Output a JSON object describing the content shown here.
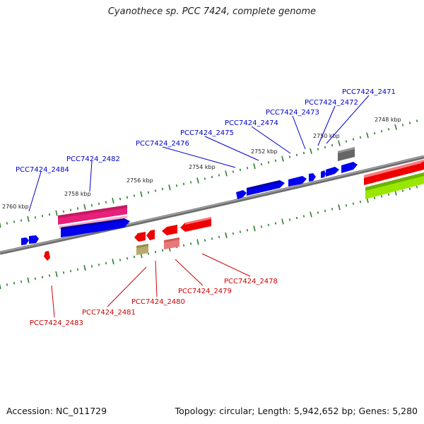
{
  "title": "Cyanothece sp. PCC 7424, complete genome",
  "accession": "Accession: NC_011729",
  "topology": "Topology: circular; Length: 5,942,652 bp; Genes: 5,280",
  "scale_labels": [
    "2748 kbp",
    "2750 kbp",
    "2752 kbp",
    "2754 kbp",
    "2756 kbp",
    "2758 kbp",
    "2760 kbp"
  ],
  "top_genes": [
    "PCC7424_2471",
    "PCC7424_2472",
    "PCC7424_2473",
    "PCC7424_2474",
    "PCC7424_2475",
    "PCC7424_2476",
    "PCC7424_2482",
    "PCC7424_2484"
  ],
  "bottom_genes": [
    "PCC7424_2478",
    "PCC7424_2479",
    "PCC7424_2480",
    "PCC7424_2481",
    "PCC7424_2483"
  ],
  "colors": {
    "backbone": "#7a7a7a",
    "forward_gene": "#0000ee",
    "reverse_gene": "#ee0000",
    "magenta": "#e8207a",
    "lime": "#99e600",
    "gray_gene": "#666666",
    "khaki": "#b5aa6a",
    "salmon": "#e87878",
    "tick": "#2d7d2d",
    "leader_top": "#0000cc",
    "leader_bottom": "#cc0000"
  }
}
